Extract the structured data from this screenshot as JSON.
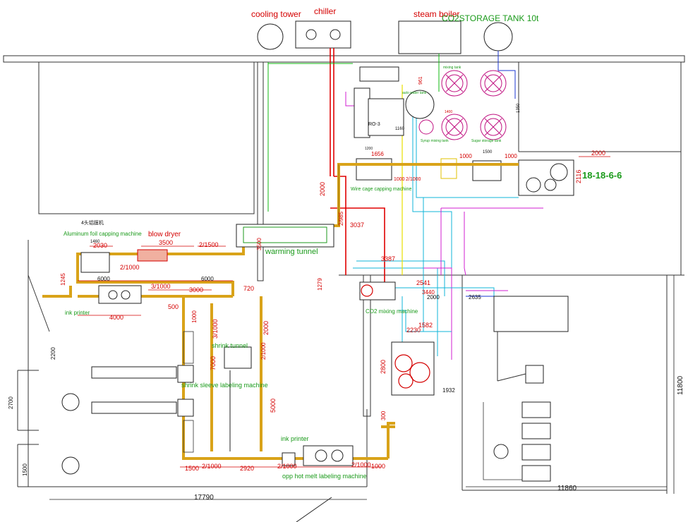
{
  "utilities": {
    "cooling_tower": "cooling tower",
    "chiller": "chiller",
    "steam_boiler": "steam boiler",
    "co2_tank": "CO2STORAGE TANK 10t"
  },
  "machines": {
    "capper_4head": "4头铝膜机",
    "foil_capper": "Aluminum foil capping machine",
    "blow_dryer": "blow dryer",
    "warming_tunnel": "warming tunnel",
    "wire_cage_capper": "Wire cage capping machine",
    "filler_code": "18-18-6-6",
    "co2_mixer": "CO2 mixing machine",
    "ink_printer_1": "ink printer",
    "ink_printer_2": "ink printer",
    "shrink_tunnel": "shrink tunnel",
    "sleeve_labeler": "shrink sleeve labeling machine",
    "opp_labeler": "opp hot melt labeling machine",
    "ro_unit": "RO-3",
    "auto_water_tank": "auto water tank",
    "syrup_mixing_tank": "Syrup mixing tank",
    "sugar_storage_tank": "Sugar storage tank",
    "mixing_tank": "mixing tank"
  },
  "dimensions": {
    "d_2000_top": "2000",
    "d_2116": "2116",
    "d_1000_a": "1000",
    "d_1500_a": "1500",
    "d_1000_b": "1000",
    "d_1656": "1656",
    "d_2_1000_a": "2/1000",
    "d_2000_vert": "2000",
    "d_2_985": "2/985",
    "d_3037": "3037",
    "d_3387": "3387",
    "d_3500_vert": "3500",
    "d_1460": "1460",
    "d_2030": "2030",
    "d_3500": "3500",
    "d_2_1500": "2/1500",
    "d_2_1000_b": "2/1000",
    "d_1245": "1245",
    "d_6000_a": "6000",
    "d_6000_b": "6000",
    "d_3_1000": "3/1000",
    "d_3000": "3000",
    "d_720": "720",
    "d_500": "500",
    "d_4000": "4000",
    "d_1000_c": "1000",
    "d_3_1000_b": "3/1000",
    "d_7000": "7000",
    "d_2000_c": "2000",
    "d_2_1000_c": "2/1000",
    "d_5000": "5000",
    "d_1500_b": "1500",
    "d_2_1000_d": "2/1000",
    "d_2920": "2920",
    "d_2_1000_e": "2/1000",
    "d_2_1000_f": "2/1000",
    "d_1000_d": "1000",
    "d_1279": "1279",
    "d_2541": "2541",
    "d_3440": "3440",
    "d_2000_d": "2000",
    "d_2635": "2635",
    "d_1582": "1582",
    "d_2230": "2230",
    "d_2800": "2800",
    "d_1932": "1932",
    "d_300": "300",
    "d_2200": "2200",
    "d_2700": "2700",
    "d_1500_c": "1500",
    "d_17790": "17790",
    "d_11860": "11860",
    "d_11800": "11800",
    "d_1160": "1160",
    "d_1350": "1350",
    "d_1400": "1400",
    "d_1000_e": "1000",
    "d_1200": "1200",
    "d_961": "961"
  },
  "colors": {
    "label_red": "#d40000",
    "label_green": "#1a9a1a",
    "conveyor": "#d9a319",
    "pipe_cyan": "#12b5d8",
    "pipe_magenta": "#d21fd2",
    "pipe_red": "#e00000",
    "pipe_green": "#11b811",
    "pipe_blue": "#1a36d0"
  }
}
